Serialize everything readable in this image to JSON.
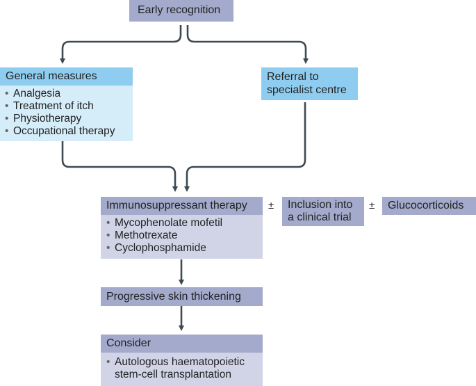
{
  "colors": {
    "purple_header": "#a3aacb",
    "purple_body": "#d0d4e6",
    "blue_header": "#8fcdf0",
    "blue_body": "#d5ecf9",
    "arrow": "#3d4a52"
  },
  "early_recognition": "Early recognition",
  "general_measures": {
    "title": "General measures",
    "items": [
      "Analgesia",
      "Treatment of itch",
      "Physiotherapy",
      "Occupational therapy"
    ]
  },
  "referral": {
    "line1": "Referral to",
    "line2": "specialist centre"
  },
  "immunosuppressant": {
    "title": "Immunosuppressant therapy",
    "items": [
      "Mycophenolate mofetil",
      "Methotrexate",
      "Cyclophosphamide"
    ]
  },
  "plus_minus_1": "±",
  "clinical_trial": {
    "line1": "Inclusion into",
    "line2": "a clinical trial"
  },
  "plus_minus_2": "±",
  "glucocorticoids": "Glucocorticoids",
  "progressive": "Progressive skin thickening",
  "consider": {
    "title": "Consider",
    "items": [
      {
        "line1": "Autologous haematopoietic",
        "line2": "stem-cell transplantation"
      }
    ]
  }
}
